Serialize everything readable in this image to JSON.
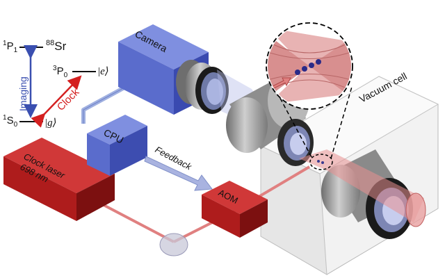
{
  "energy_levels": {
    "isotope": "88Sr",
    "isotope_mass": "88",
    "isotope_symbol": "Sr",
    "level_1p1": {
      "sup": "1",
      "letter": "P",
      "sub": "1"
    },
    "level_3p0": {
      "sup": "3",
      "letter": "P",
      "sub": "0",
      "ket": "|e⟩"
    },
    "level_1s0": {
      "sup": "1",
      "letter": "S",
      "sub": "0",
      "ket": "|g⟩"
    },
    "imaging_label": "Imaging",
    "clock_label": "Clock"
  },
  "components": {
    "camera": "Camera",
    "cpu": "CPU",
    "clock_laser_line1": "Clock laser",
    "clock_laser_line2": "698 nm",
    "aom": "AOM",
    "feedback": "Feedback",
    "vacuum_cell": "Vacuum cell"
  },
  "colors": {
    "imaging_arrow": "#3a4fb0",
    "clock_arrow": "#d42020",
    "camera_blue": "#5566c8",
    "laser_red": "#b01c1c",
    "beam_red": "#e08080"
  }
}
